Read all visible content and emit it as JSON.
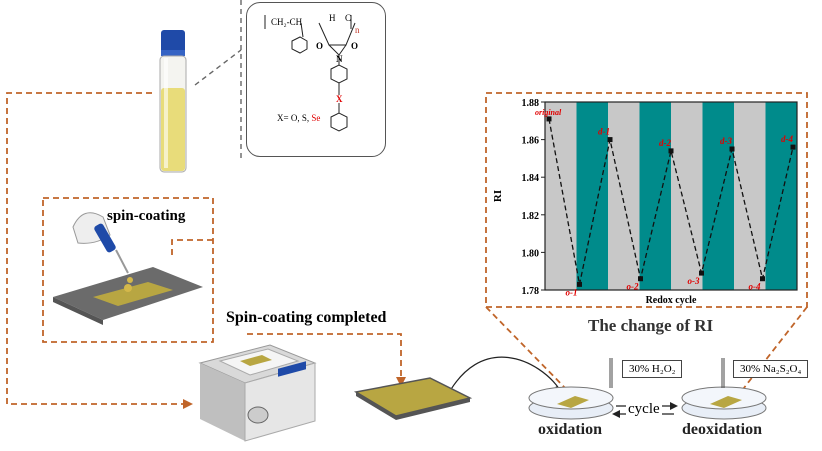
{
  "chem": {
    "polymer_ch2ch": "CH₂-CH",
    "polymer_ch1": "H",
    "polymer_ch2": "C",
    "n": "n",
    "o_left": "O",
    "o_right": "O",
    "n_atom": "N",
    "x_atom": "X",
    "x_options_prefix": "X= O, S, ",
    "x_options_se": "Se"
  },
  "labels": {
    "spin_coating": "spin-coating",
    "spin_coating_completed": "Spin-coating completed",
    "chart_caption": "The change of RI",
    "oxidation": "oxidation",
    "deoxidation": "deoxidation",
    "cycle": "cycle",
    "reagent_oxidation": "30% H₂O₂",
    "reagent_deoxidation": "30% Na₂S₂O₄"
  },
  "colors": {
    "dashed_orange": "#c0652a",
    "band_teal": "#008b8b",
    "band_gray": "#c8c8c8",
    "label_red": "#e00000",
    "film_gold": "#b8a642"
  },
  "chart_data": {
    "type": "line",
    "xlabel": "Redox cycle",
    "ylabel": "RI",
    "ylim": [
      1.78,
      1.88
    ],
    "yticks": [
      "1.78",
      "1.80",
      "1.82",
      "1.84",
      "1.86",
      "1.88"
    ],
    "grid": false,
    "points": [
      {
        "label": "original",
        "y": 1.871
      },
      {
        "label": "o-1",
        "y": 1.783
      },
      {
        "label": "d-1",
        "y": 1.86
      },
      {
        "label": "o-2",
        "y": 1.786
      },
      {
        "label": "d-2",
        "y": 1.854
      },
      {
        "label": "o-3",
        "y": 1.789
      },
      {
        "label": "d-3",
        "y": 1.855
      },
      {
        "label": "o-4",
        "y": 1.786
      },
      {
        "label": "d-4",
        "y": 1.856
      }
    ]
  }
}
